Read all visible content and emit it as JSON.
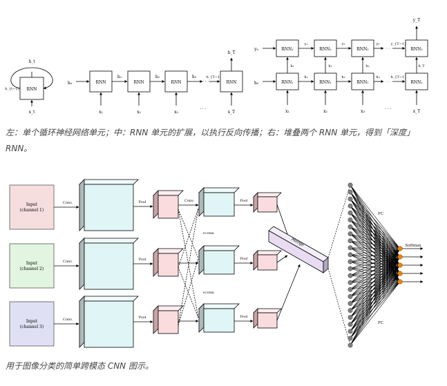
{
  "rnn": {
    "cell": "RNN",
    "cell1": "RNN₁",
    "cell2": "RNN₂",
    "x1": "x₁",
    "x2": "x₂",
    "x3": "x₃",
    "xT": "x_T",
    "xt": "x_t",
    "h0": "h₀",
    "h1": "h₁",
    "h2": "h₂",
    "h3": "h₃",
    "hTm1": "h_{T−1}",
    "hT": "h_T",
    "ht": "h_t",
    "htm1": "h_{t−1}",
    "y0": "y₀",
    "y1": "y₁",
    "y2": "y₂",
    "y3": "y₃",
    "yTm1": "y_{T−1}",
    "yT": "y_T",
    "dots": "· · ·"
  },
  "caption_top": "左：单个循环神经网络单元；中：RNN 单元的扩展，以执行反向传播；右：堆叠两个 RNN 单元，得到「深度」RNN。",
  "cnn": {
    "input1": "Input",
    "input1b": "(channel 1)",
    "input2": "Input",
    "input2b": "(channel 2)",
    "input3": "Input",
    "input3b": "(channel 3)",
    "conv": "Conv.",
    "pool": "Pool",
    "xconn": "×conn.",
    "merge": "Merge",
    "fc": "FC",
    "softmax": "Softmax"
  },
  "caption_bottom": "用于图像分类的简单跨模态 CNN 图示。",
  "colors": {
    "input1": "#f7dede",
    "input2": "#e2f5e0",
    "input3": "#e0e0f5",
    "conv_face": "#e0f5f5",
    "pool_face": "#fadcdf",
    "merge_face": "#e8dcf2",
    "neuron": "#808080",
    "output": "#e8820e"
  }
}
